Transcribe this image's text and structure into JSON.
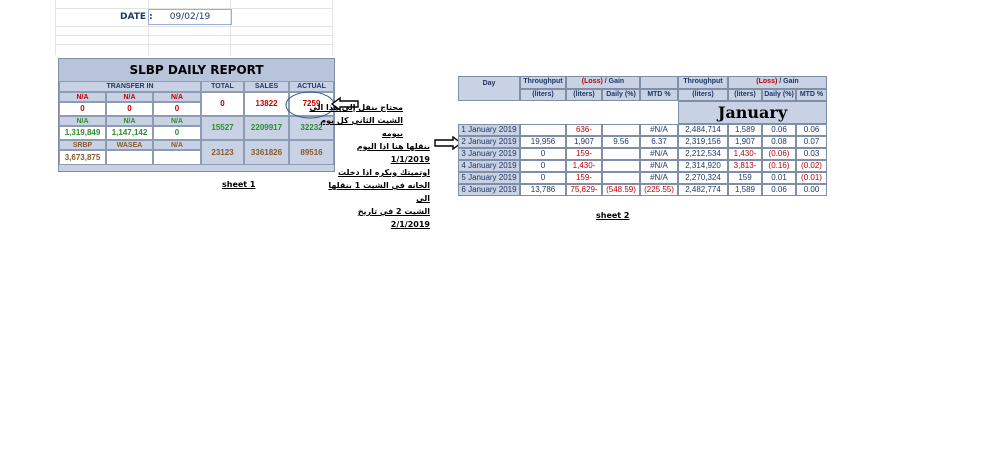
{
  "header": {
    "date_label": "DATE :",
    "date_value": "09/02/19"
  },
  "sheet1": {
    "title": "SLBP DAILY REPORT",
    "headers": {
      "transfer_in": "TRANSFER IN",
      "total": "TOTAL",
      "sales": "SALES",
      "actual": "ACTUAL"
    },
    "row1": {
      "labels": [
        "N/A",
        "N/A",
        "N/A"
      ],
      "values": [
        "0",
        "0",
        "0"
      ],
      "total": "0",
      "sales": "13822",
      "actual": "7259"
    },
    "row2": {
      "labels": [
        "N/A",
        "N/A",
        "N/A"
      ],
      "values": [
        "1,319,849",
        "1,147,142",
        "0"
      ],
      "total": "15527",
      "sales": "2209917",
      "actual": "32232"
    },
    "row3": {
      "labels": [
        "SRBP",
        "WASEA",
        "N/A"
      ],
      "values": [
        "3,673,875",
        "",
        ""
      ],
      "total": "23123",
      "sales": "3361826",
      "actual": "89516"
    },
    "caption": "sheet 1"
  },
  "notes": {
    "note1_line1": "محتاج بنقل إلى هذا الى",
    "note1_line2": "الشيت الثاني كل يوم بيومه",
    "note2_line1": "بنقلها هنا اذا اليوم 1/1/2019",
    "note2_line2": "اوتميتك وبكره اذا دخلت",
    "note2_line3": "الخانه في الشيت 1 بنقلها الى",
    "note2_line4": "الشيت 2 في تاريخ 2/1/2019"
  },
  "sheet2": {
    "headers": {
      "day": "Day",
      "throughput": "Throughput",
      "loss": "(Loss)",
      "gain": "/ Gain",
      "throughput2": "Throughput",
      "loss2": "(Loss)",
      "gain2": "/ Gain",
      "liters": "(liters)",
      "liters_b": "(liters)",
      "daily": "Daily (%)",
      "mtd": "MTD %",
      "liters2": "(liters)",
      "liters2_b": "(liters)",
      "daily2": "Daily (%)",
      "mtd2": "MTD %"
    },
    "month": "January",
    "rows": [
      {
        "day": "1 January 2019",
        "tp": "",
        "lg": "636-",
        "daily": "",
        "mtd": "#N/A",
        "tp2": "2,484,714",
        "lg2": "1,589",
        "daily2": "0.06",
        "mtd2": "0.06"
      },
      {
        "day": "2 January 2019",
        "tp": "19,956",
        "lg": "1,907",
        "daily": "9.56",
        "mtd": "6.37",
        "tp2": "2,319,156",
        "lg2": "1,907",
        "daily2": "0.08",
        "mtd2": "0.07"
      },
      {
        "day": "3 January 2019",
        "tp": "0",
        "lg": "159-",
        "daily": "",
        "mtd": "#N/A",
        "tp2": "2,212,534",
        "lg2": "1,430-",
        "daily2": "(0.06)",
        "mtd2": "0.03"
      },
      {
        "day": "4 January 2019",
        "tp": "0",
        "lg": "1,430-",
        "daily": "",
        "mtd": "#N/A",
        "tp2": "2,314,920",
        "lg2": "3,813-",
        "daily2": "(0.16)",
        "mtd2": "(0.02)"
      },
      {
        "day": "5 January 2019",
        "tp": "0",
        "lg": "159-",
        "daily": "",
        "mtd": "#N/A",
        "tp2": "2,270,324",
        "lg2": "159",
        "daily2": "0.01",
        "mtd2": "(0.01)"
      },
      {
        "day": "6 January 2019",
        "tp": "13,786",
        "lg": "75,629-",
        "daily": "(548.59)",
        "mtd": "(225.55)",
        "tp2": "2,482,774",
        "lg2": "1,589",
        "daily2": "0.06",
        "mtd2": "0.00"
      }
    ],
    "caption": "sheet 2"
  },
  "colors": {
    "header_fill": "#c8d2e4",
    "red": "#c00000",
    "green": "#2e8b2e",
    "brown": "#8b5a2b",
    "navy": "#1f3864"
  }
}
